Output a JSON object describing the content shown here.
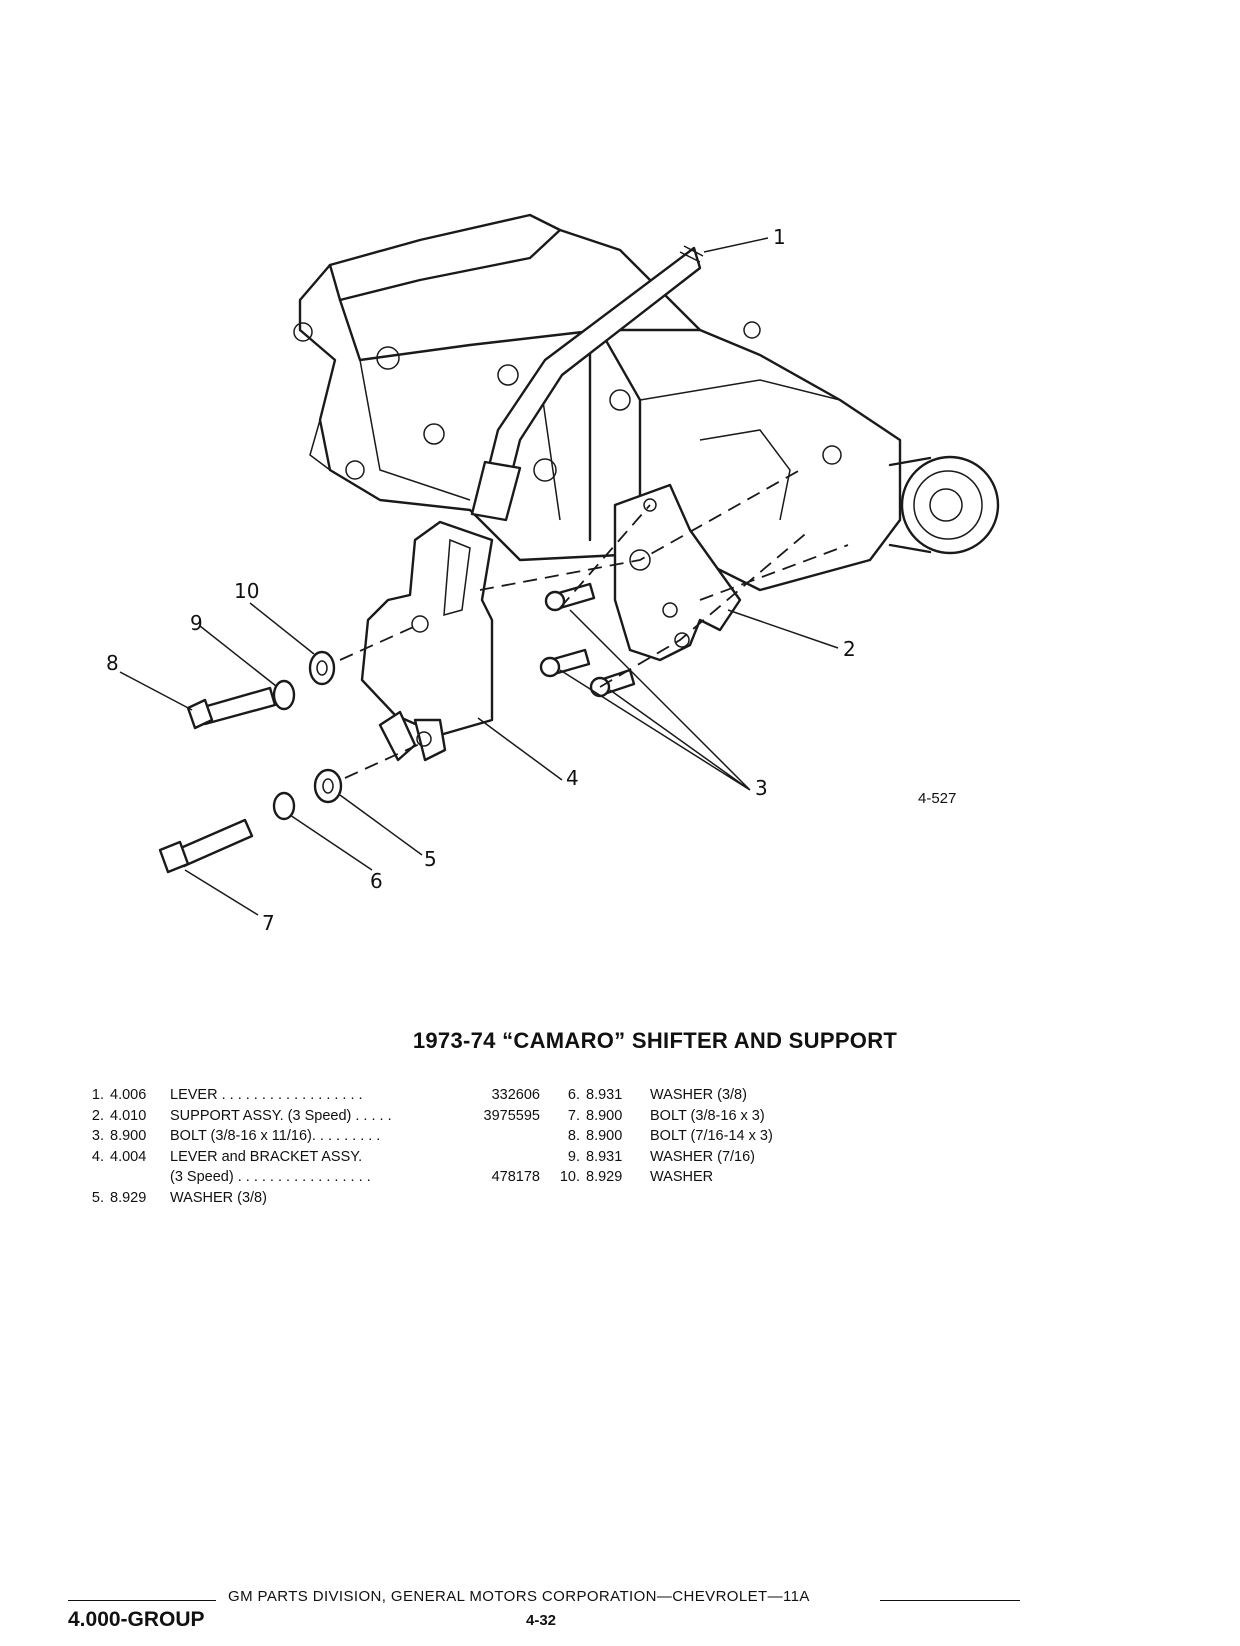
{
  "figure": {
    "callouts": [
      "1",
      "2",
      "3",
      "4",
      "5",
      "6",
      "7",
      "8",
      "9",
      "10"
    ],
    "reference": "4-527"
  },
  "title": "1973-74 “CAMARO” SHIFTER AND SUPPORT",
  "parts_left": [
    {
      "no": "1.",
      "group": "4.006",
      "desc": "LEVER . . . . . . . . . . . . . . . . . .",
      "part": "332606"
    },
    {
      "no": "2.",
      "group": "4.010",
      "desc": "SUPPORT ASSY. (3 Speed) . . . . .",
      "part": "3975595"
    },
    {
      "no": "3.",
      "group": "8.900",
      "desc": "BOLT (3/8-16 x 11/16). . . . . . . . .",
      "part": ""
    },
    {
      "no": "4.",
      "group": "4.004",
      "desc": "LEVER and BRACKET ASSY.",
      "part": ""
    },
    {
      "no": "",
      "group": "",
      "desc": "(3 Speed) . . . . . . . . . . . . . . . . .",
      "part": "478178"
    },
    {
      "no": "5.",
      "group": "8.929",
      "desc": "WASHER (3/8)",
      "part": ""
    }
  ],
  "parts_right": [
    {
      "no": "6.",
      "group": "8.931",
      "desc": "WASHER (3/8)"
    },
    {
      "no": "7.",
      "group": "8.900",
      "desc": "BOLT (3/8-16 x 3)"
    },
    {
      "no": "8.",
      "group": "8.900",
      "desc": "BOLT (7/16-14 x 3)"
    },
    {
      "no": "9.",
      "group": "8.931",
      "desc": "WASHER (7/16)"
    },
    {
      "no": "10.",
      "group": "8.929",
      "desc": "WASHER"
    }
  ],
  "footer": {
    "company": "GM PARTS DIVISION, GENERAL MOTORS CORPORATION—CHEVROLET—11A",
    "group": "4.000-GROUP",
    "page": "4-32"
  }
}
